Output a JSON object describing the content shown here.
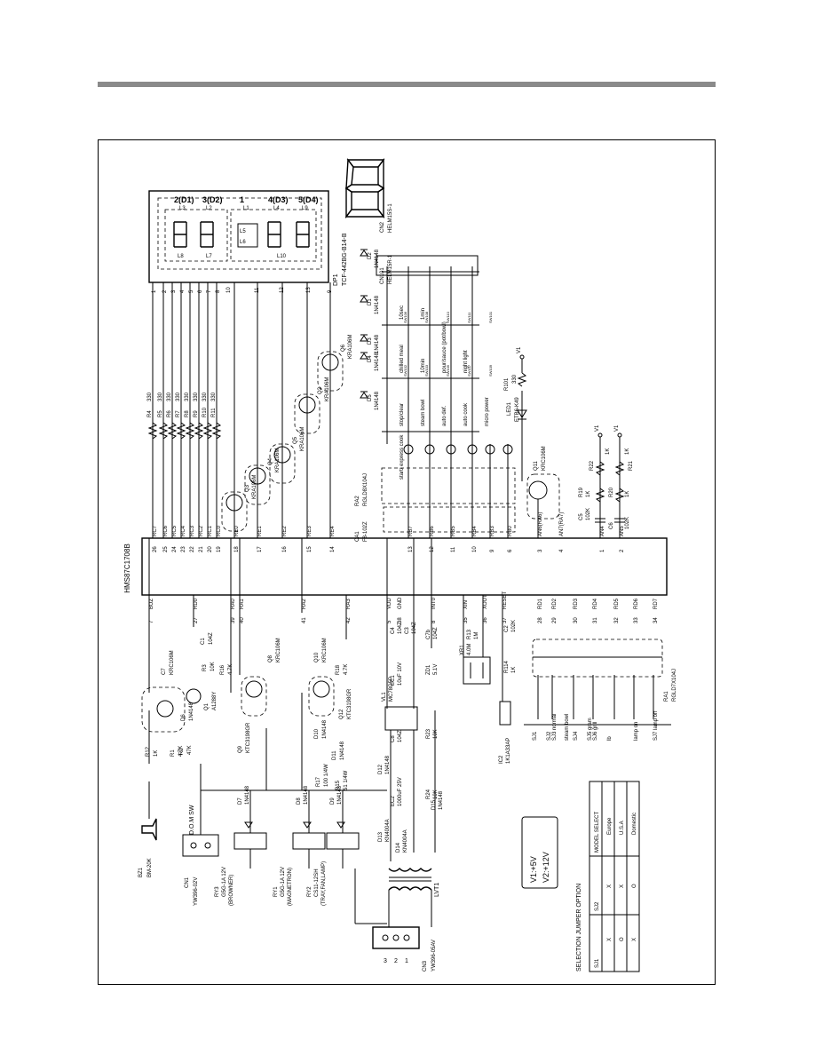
{
  "page": {
    "title_bar_color": "#8a8a8a"
  },
  "schematic": {
    "mcu": {
      "part": "HMS87C1708B",
      "left_pins": [
        {
          "num": "7",
          "name": "BUZ"
        },
        {
          "num": "27",
          "name": "RD0"
        },
        {
          "num": "39",
          "name": "RA0"
        },
        {
          "num": "40",
          "name": "RA1"
        },
        {
          "num": "41",
          "name": "RA2"
        },
        {
          "num": "42",
          "name": "RA3"
        },
        {
          "num": "5",
          "name": "VDD"
        },
        {
          "num": "38",
          "name": "GND"
        },
        {
          "num": "8",
          "name": "INT0"
        },
        {
          "num": "35",
          "name": "XIN"
        },
        {
          "num": "36",
          "name": "XOUT"
        },
        {
          "num": "37",
          "name": "RESET"
        },
        {
          "num": "28",
          "name": "RD1"
        },
        {
          "num": "29",
          "name": "RD2"
        },
        {
          "num": "30",
          "name": "RD3"
        },
        {
          "num": "31",
          "name": "RD4"
        },
        {
          "num": "32",
          "name": "RD5"
        },
        {
          "num": "33",
          "name": "RD6"
        },
        {
          "num": "34",
          "name": "RD7"
        }
      ],
      "right_pins": [
        {
          "num": "26",
          "name": "RC7"
        },
        {
          "num": "25",
          "name": "RC6"
        },
        {
          "num": "24",
          "name": "RC5"
        },
        {
          "num": "23",
          "name": "RC4"
        },
        {
          "num": "22",
          "name": "RC3"
        },
        {
          "num": "21",
          "name": "RC2"
        },
        {
          "num": "20",
          "name": "RC1"
        },
        {
          "num": "19",
          "name": "RC0"
        },
        {
          "num": "18",
          "name": "RE0"
        },
        {
          "num": "17",
          "name": "RE1"
        },
        {
          "num": "16",
          "name": "RE2"
        },
        {
          "num": "15",
          "name": "RE3"
        },
        {
          "num": "14",
          "name": "RE4"
        },
        {
          "num": "13",
          "name": "RB7"
        },
        {
          "num": "12",
          "name": "RB6"
        },
        {
          "num": "11",
          "name": "RB5"
        },
        {
          "num": "10",
          "name": "RB4"
        },
        {
          "num": "9",
          "name": "RB3"
        },
        {
          "num": "6",
          "name": "RB0"
        },
        {
          "num": "3",
          "name": "AN6(RA6)"
        },
        {
          "num": "4",
          "name": "AN7(RA7)"
        },
        {
          "num": "1",
          "name": "AN4"
        },
        {
          "num": "2",
          "name": "AN5"
        }
      ]
    },
    "display": {
      "part": "DP1",
      "model": "TCF-442BG-B14-B",
      "digit_labels": [
        "2(D1)",
        "3(D2)",
        "1",
        "4(D3)",
        "5(D4)"
      ],
      "pins_left": [
        "1",
        "2",
        "3",
        "4",
        "5",
        "6",
        "7",
        "8",
        "10"
      ],
      "pins_right": [
        "11",
        "12",
        "13",
        "9"
      ]
    },
    "resistors_seg": [
      {
        "ref": "R4",
        "val": "330"
      },
      {
        "ref": "R5",
        "val": "330"
      },
      {
        "ref": "R6",
        "val": "330"
      },
      {
        "ref": "R7",
        "val": "330"
      },
      {
        "ref": "R8",
        "val": "330"
      },
      {
        "ref": "R9",
        "val": "330"
      },
      {
        "ref": "R10",
        "val": "330"
      },
      {
        "ref": "R11",
        "val": "330"
      }
    ],
    "grid_transistors": [
      {
        "ref": "Q3",
        "part": "KRA106M"
      },
      {
        "ref": "Q4",
        "part": "KRA106M"
      },
      {
        "ref": "Q5",
        "part": "KRA106M"
      },
      {
        "ref": "Q2",
        "part": "KRA106M"
      },
      {
        "ref": "Q6",
        "part": "KRA106M"
      }
    ],
    "key_diodes": [
      {
        "ref": "D2",
        "part": "1N4148"
      },
      {
        "ref": "D1",
        "part": "1N4148"
      },
      {
        "ref": "D3",
        "part": "1N4148"
      },
      {
        "ref": "D4",
        "part": "1N4148"
      },
      {
        "ref": "D5",
        "part": "1N4148"
      }
    ],
    "connectors_key": {
      "cn2": "CN2",
      "cn2_part": "HELM15S-1",
      "cn101": "CN101",
      "cn101_part": "HELM15R-1"
    },
    "keys": [
      [
        "10sec",
        "1min",
        "",
        "",
        ""
      ],
      [
        "chilled meal",
        "10min",
        "pour/sauce (pot/bowl)",
        "night light",
        ""
      ],
      [
        "stop/clear",
        "steam bowl",
        "auto def.",
        "auto cook",
        "micro power"
      ],
      [
        "start/ express cook",
        "",
        "",
        "",
        ""
      ]
    ],
    "key_codes": [
      "SW106",
      "SW108",
      "SW110",
      "SW111",
      "SW101",
      "SW102",
      "SW103",
      "SW105",
      "SW107",
      "SW109"
    ],
    "ra2": {
      "ref": "RA2",
      "part": "RGLD8X104J"
    },
    "ca1": {
      "ref": "CA1",
      "part": "F8-102Z"
    },
    "q11": {
      "ref": "Q11",
      "part": "KRC106M"
    },
    "led": {
      "ref": "LED1",
      "part": "ETB6-K49"
    },
    "r101": {
      "ref": "R101",
      "val": "330"
    },
    "an_inputs": [
      {
        "ref": "R22",
        "val": "1K"
      },
      {
        "ref": "R19",
        "val": "1K"
      },
      {
        "ref": "C5",
        "val": "102K"
      },
      {
        "ref": "R21",
        "val": "1K"
      },
      {
        "ref": "R20",
        "val": "1K"
      },
      {
        "ref": "C6",
        "val": "102K"
      }
    ],
    "ra1": {
      "ref": "RA1",
      "part": "RGLD7X104J"
    },
    "jumpers": [
      "SJ1",
      "SJ2",
      "SJ3 normal",
      "steam bowl",
      "SJ4",
      "SJ5 gram",
      "SJ6 grill",
      "lb",
      "lamp on",
      "SJ7 lamp off"
    ],
    "buzzer": {
      "ref": "BZ1",
      "part": "BM-20K"
    },
    "left_parts": [
      {
        "ref": "C7",
        "val": "KRC106M"
      },
      {
        "ref": "R12",
        "val": "1K"
      },
      {
        "ref": "D6",
        "val": "1N4148"
      },
      {
        "ref": "R2",
        "val": "47K"
      },
      {
        "ref": "R1",
        "val": "4.7K"
      },
      {
        "ref": "Q1",
        "val": "A1288Y"
      },
      {
        "ref": "C1",
        "val": "104Z"
      },
      {
        "ref": "R3",
        "val": "10K"
      },
      {
        "ref": "R16",
        "val": "4.7K"
      },
      {
        "ref": "Q8",
        "val": "KRC106M"
      },
      {
        "ref": "Q9",
        "val": "KTC3198GR"
      },
      {
        "ref": "Q10",
        "val": "KRC106M"
      },
      {
        "ref": "R18",
        "val": "4.7K"
      },
      {
        "ref": "Q12",
        "val": "KTC3198GR"
      },
      {
        "ref": "D10",
        "val": "1N4148"
      },
      {
        "ref": "R17",
        "val": "100 1/4W"
      },
      {
        "ref": "R15",
        "val": "51 1/4W"
      },
      {
        "ref": "D11",
        "val": "1N4148"
      }
    ],
    "relays": [
      {
        "ref": "RY3",
        "part": "G5G-1A 12V",
        "note": "(BROWNER)"
      },
      {
        "ref": "RY1",
        "part": "G5G-1A 12V",
        "note": "(MAGNETRON)"
      },
      {
        "ref": "RY2",
        "part": "CS11-12SH",
        "note": "(TRAY,FAN,LAMP)"
      }
    ],
    "relay_diodes": [
      {
        "ref": "D7",
        "part": "1N4148"
      },
      {
        "ref": "D8",
        "part": "1N4148"
      },
      {
        "ref": "D9",
        "part": "1N4148"
      }
    ],
    "cn1": {
      "ref": "CN1",
      "part": "YW396-02V",
      "note": "D.O.M SW"
    },
    "cn3": {
      "ref": "CN3",
      "part": "YW396-05AV"
    },
    "power": [
      {
        "ref": "D13",
        "val": "KN4004A"
      },
      {
        "ref": "D14",
        "val": "KN4004A"
      },
      {
        "ref": "D12",
        "val": "1N4148"
      },
      {
        "ref": "D15",
        "val": "1N4148"
      },
      {
        "ref": "EC2",
        "val": "1000uF 25V"
      },
      {
        "ref": "EC1",
        "val": "10uF 10V"
      },
      {
        "ref": "VL1",
        "val": "MC78G5P"
      },
      {
        "ref": "C8",
        "val": "104Z"
      },
      {
        "ref": "C4",
        "val": "104Z"
      },
      {
        "ref": "C3",
        "val": "104Z"
      },
      {
        "ref": "ZD1",
        "val": "5.1V"
      },
      {
        "ref": "R24",
        "val": "10K"
      },
      {
        "ref": "R23",
        "val": "10K"
      },
      {
        "ref": "C7b",
        "val": "104Z"
      }
    ],
    "osc": [
      {
        "ref": "XR1",
        "val": "4.0M"
      },
      {
        "ref": "R13",
        "val": "1M"
      },
      {
        "ref": "C2",
        "val": "102K"
      },
      {
        "ref": "R114",
        "val": "1K"
      },
      {
        "ref": "IC2",
        "val": "1K1A33AP"
      }
    ],
    "lvt1": "LVT1",
    "voltages": {
      "v1": "V1:+5V",
      "v2": "V2:+12V"
    },
    "jumper_table": {
      "title": "SELECTION JUMPER OPTION",
      "headers": [
        "SJ1",
        "SJ2",
        "MODEL SELECT"
      ],
      "rows": [
        [
          "X",
          "X",
          "Europe"
        ],
        [
          "O",
          "X",
          "U.S.A"
        ],
        [
          "X",
          "O",
          "Domestic"
        ]
      ]
    }
  }
}
